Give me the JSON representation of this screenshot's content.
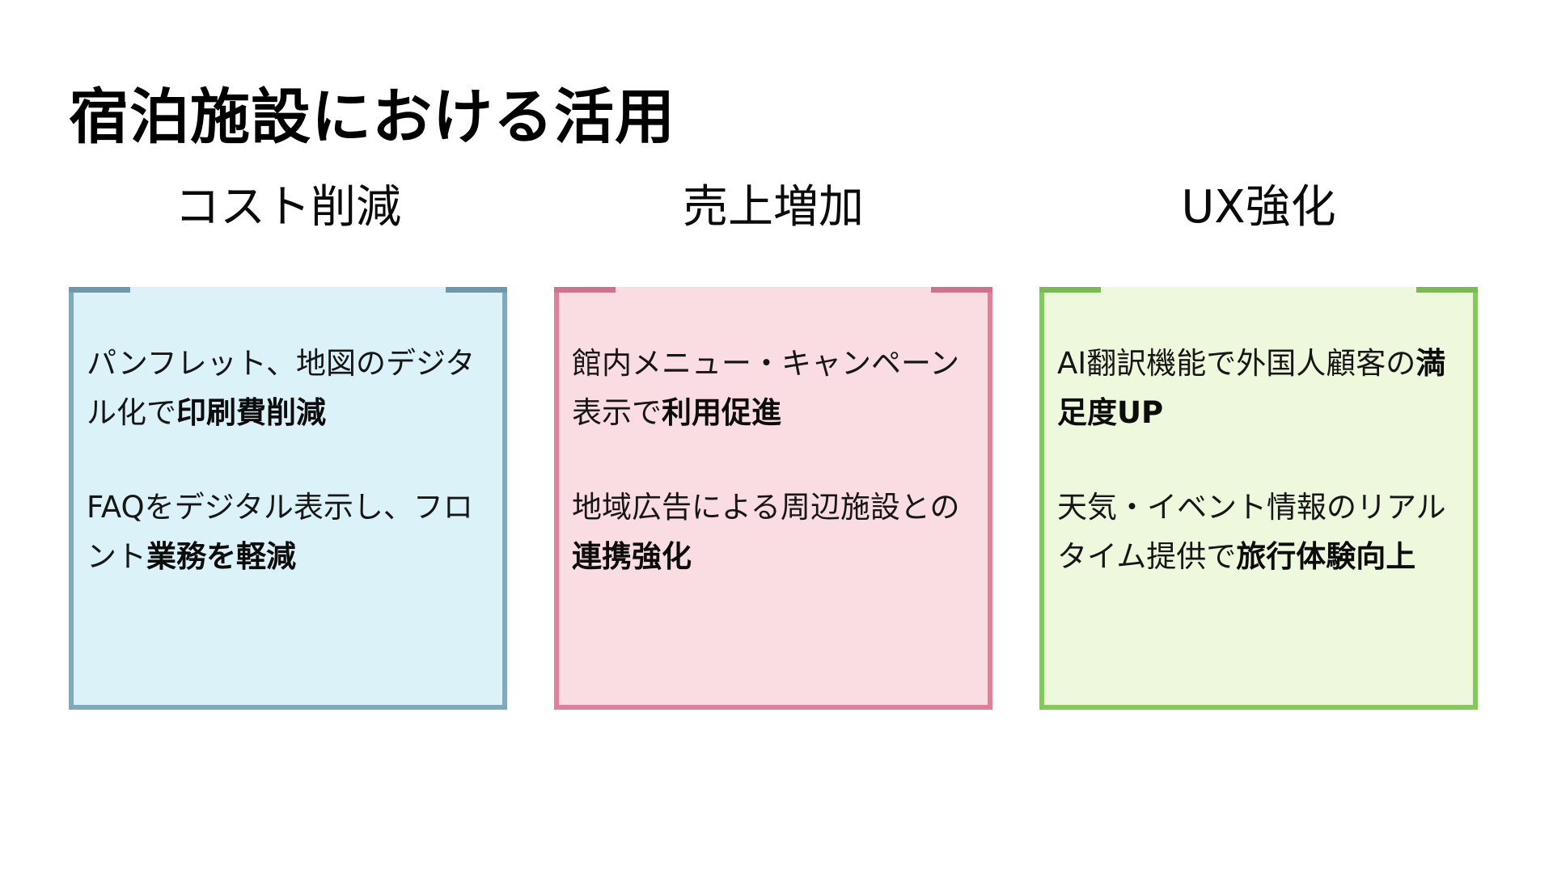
{
  "slide": {
    "title": "宿泊施設における活用",
    "background_color": "#ffffff",
    "text_color": "#161616",
    "columns": [
      {
        "header": "コスト削減",
        "fill": "#dcf2f9",
        "border": "#7fa9bc",
        "accent": "#6e98ad",
        "paragraphs": [
          {
            "text": "パンフレット、地図のデジタル化で",
            "bold": "印刷費削減"
          },
          {
            "text": "FAQをデジタル表示し、フロント",
            "bold": "業務を軽減"
          }
        ]
      },
      {
        "header": "売上増加",
        "fill": "#fadde3",
        "border": "#e0809a",
        "accent": "#d4708c",
        "paragraphs": [
          {
            "text": "館内メニュー・キャンペーン表示で",
            "bold": "利用促進"
          },
          {
            "text": "地域広告による周辺施設との",
            "bold": "連携強化"
          }
        ]
      },
      {
        "header": "UX強化",
        "fill": "#edf8dc",
        "border": "#84ca58",
        "accent": "#77bd4c",
        "paragraphs": [
          {
            "text": "AI翻訳機能で外国人顧客の",
            "bold": "満足度UP"
          },
          {
            "text": "天気・イベント情報のリアルタイム提供で",
            "bold": "旅行体験向上"
          }
        ]
      }
    ]
  }
}
